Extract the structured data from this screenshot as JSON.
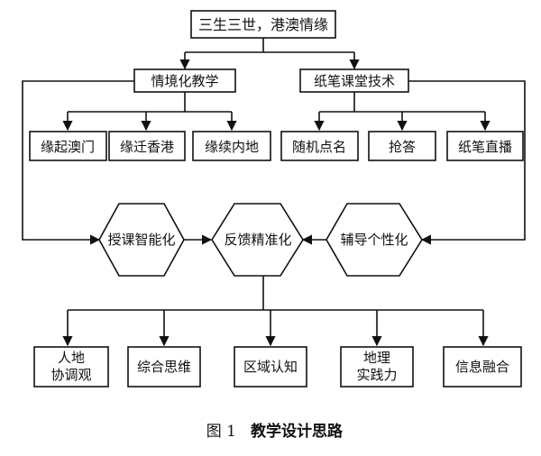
{
  "root": {
    "label": "三生三世，港澳情缘"
  },
  "branches": [
    {
      "label": "情境化教学",
      "children": [
        "缘起澳门",
        "缘迁香港",
        "缘续内地"
      ]
    },
    {
      "label": "纸笔课堂技术",
      "children": [
        "随机点名",
        "抢答",
        "纸笔直播"
      ]
    }
  ],
  "hexagons": [
    "授课智能化",
    "反馈精准化",
    "辅导个性化"
  ],
  "outcomes": [
    [
      "人地",
      "协调观"
    ],
    [
      "综合思维"
    ],
    [
      "区域认知"
    ],
    [
      "地理",
      "实践力"
    ],
    [
      "信息融合"
    ]
  ],
  "caption": {
    "figure_no": "图 1",
    "title": "教学设计思路"
  }
}
